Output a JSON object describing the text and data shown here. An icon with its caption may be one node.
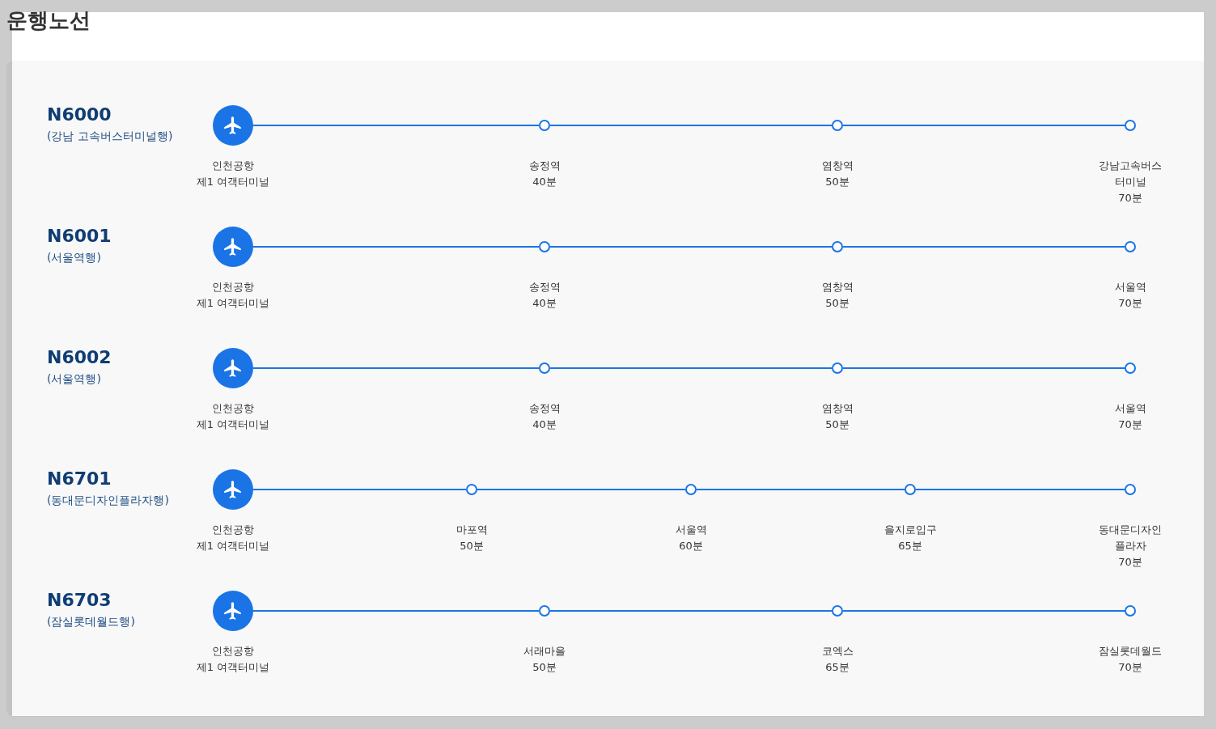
{
  "diagram": {
    "title": "운행노선",
    "nodes": [
      {
        "text": [],
        "shape": "circle",
        "beside": [
          "인천공항",
          "제1 여객터미널"
        ]
      },
      {
        "text": [],
        "shape": "circle",
        "beside": [
          "송정역",
          "40분"
        ]
      },
      {
        "text": [],
        "shape": "circle",
        "beside": [
          "염창역",
          "50분"
        ]
      },
      {
        "text": [],
        "shape": "circle",
        "beside": [
          "강남고속버스터미널",
          "70분"
        ]
      },
      {
        "text": [],
        "shape": "circle",
        "beside": [
          "인천공항",
          "제1 여객터미널"
        ]
      },
      {
        "text": [],
        "shape": "circle",
        "beside": [
          "송정역",
          "40분"
        ]
      },
      {
        "text": [],
        "shape": "circle",
        "beside": [
          "염창역",
          "50분"
        ]
      },
      {
        "text": [],
        "shape": "circle",
        "beside": [
          "서울역",
          "70분"
        ]
      },
      {
        "text": [],
        "shape": "circle",
        "beside": [
          "인천공항",
          "제1 여객터미널"
        ]
      },
      {
        "text": [],
        "shape": "circle",
        "beside": [
          "송정역",
          "40분"
        ]
      },
      {
        "text": [],
        "shape": "circle",
        "beside": [
          "염창역",
          "50분"
        ]
      },
      {
        "text": [],
        "shape": "circle",
        "beside": [
          "서울역",
          "70분"
        ]
      },
      {
        "text": [],
        "shape": "circle",
        "beside": [
          "인천공항",
          "제1 여객터미널"
        ]
      },
      {
        "text": [],
        "shape": "circle",
        "beside": [
          "마포역",
          "50분"
        ]
      },
      {
        "text": [],
        "shape": "circle",
        "beside": [
          "서울역",
          "60분"
        ]
      },
      {
        "text": [],
        "shape": "circle",
        "beside": [
          "을지로입구",
          "65분"
        ]
      },
      {
        "text": [],
        "shape": "circle",
        "beside": [
          "동대문디자인플라자",
          "70분"
        ]
      },
      {
        "text": [],
        "shape": "circle",
        "beside": [
          "인천공항",
          "제1 여객터미널"
        ]
      },
      {
        "text": [],
        "shape": "circle",
        "beside": [
          "서래마을",
          "50분"
        ]
      },
      {
        "text": [],
        "shape": "circle",
        "beside": [
          "코엑스",
          "65분"
        ]
      },
      {
        "text": [],
        "shape": "circle",
        "beside": [
          "잠실롯데월드",
          "70분"
        ]
      }
    ],
    "edges": [
      {
        "from": 0,
        "to": 1,
        "arrow": "none"
      },
      {
        "from": 1,
        "to": 2,
        "arrow": "none"
      },
      {
        "from": 2,
        "to": 3,
        "arrow": "none"
      },
      {
        "from": 4,
        "to": 5,
        "arrow": "none"
      },
      {
        "from": 5,
        "to": 6,
        "arrow": "none"
      },
      {
        "from": 6,
        "to": 7,
        "arrow": "none"
      },
      {
        "from": 8,
        "to": 9,
        "arrow": "none"
      },
      {
        "from": 9,
        "to": 10,
        "arrow": "none"
      },
      {
        "from": 10,
        "to": 11,
        "arrow": "none"
      },
      {
        "from": 12,
        "to": 13,
        "arrow": "none"
      },
      {
        "from": 13,
        "to": 14,
        "arrow": "none"
      },
      {
        "from": 14,
        "to": 15,
        "arrow": "none"
      },
      {
        "from": 15,
        "to": 16,
        "arrow": "none"
      },
      {
        "from": 17,
        "to": 18,
        "arrow": "none"
      },
      {
        "from": 18,
        "to": 19,
        "arrow": "none"
      },
      {
        "from": 19,
        "to": 20,
        "arrow": "none"
      }
    ],
    "labels": [
      "N6000",
      "(강남 고속버스터미널행)",
      "N6001",
      "(서울역행)",
      "N6002",
      "(서울역행)",
      "N6701",
      "(동대문디자인플라자행)",
      "N6703",
      "(잠실롯데월드행)"
    ]
  }
}
